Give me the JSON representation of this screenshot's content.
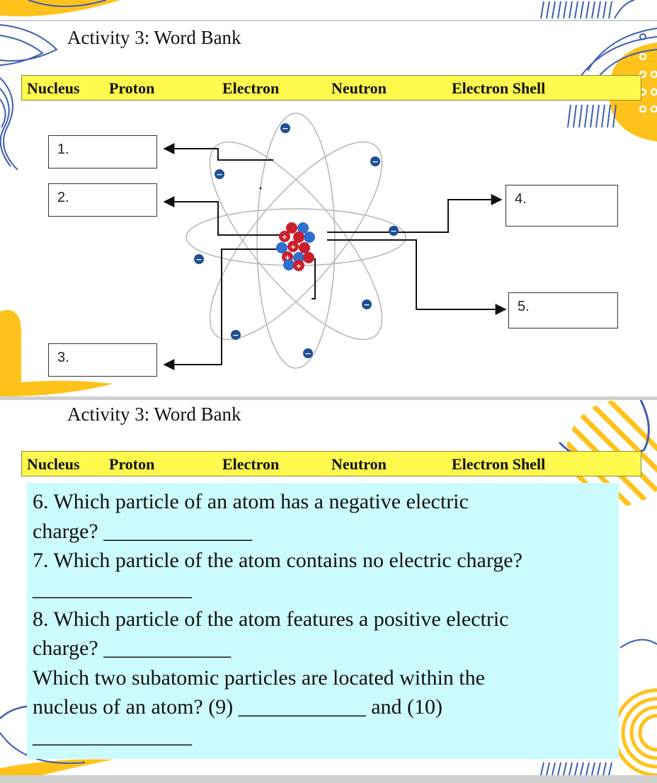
{
  "slides": [
    {
      "title": "Activity 3: Word Bank",
      "word_bank": [
        "Nucleus",
        "Proton",
        "Electron",
        "Neutron",
        "Electron Shell"
      ],
      "labels": [
        "1.",
        "2.",
        "3.",
        "4.",
        "5."
      ]
    },
    {
      "title": "Activity 3: Word Bank",
      "word_bank": [
        "Nucleus",
        "Proton",
        "Electron",
        "Neutron",
        "Electron Shell"
      ],
      "questions": [
        "6. Which particle of an atom has a negative electric",
        "charge? ______________",
        "7. Which particle of the atom contains no electric charge?",
        "_______________",
        "8. Which particle of the atom features a positive electric",
        "charge? ____________",
        "Which two subatomic particles are located within the",
        "nucleus of an atom? (9) ____________ and (10)",
        "_______________"
      ]
    }
  ],
  "diagram": {
    "electron_sign": "−",
    "proton_sign": "+"
  },
  "colors": {
    "word_bank_bg": "#fff94d",
    "question_panel_bg": "#ccfbfd",
    "accent_yellow": "#ffc21a",
    "accent_blue": "#3d5fb0",
    "proton_red": "#c8202c",
    "neutron_blue": "#2f6fd0",
    "electron_blue": "#1f4f96"
  }
}
